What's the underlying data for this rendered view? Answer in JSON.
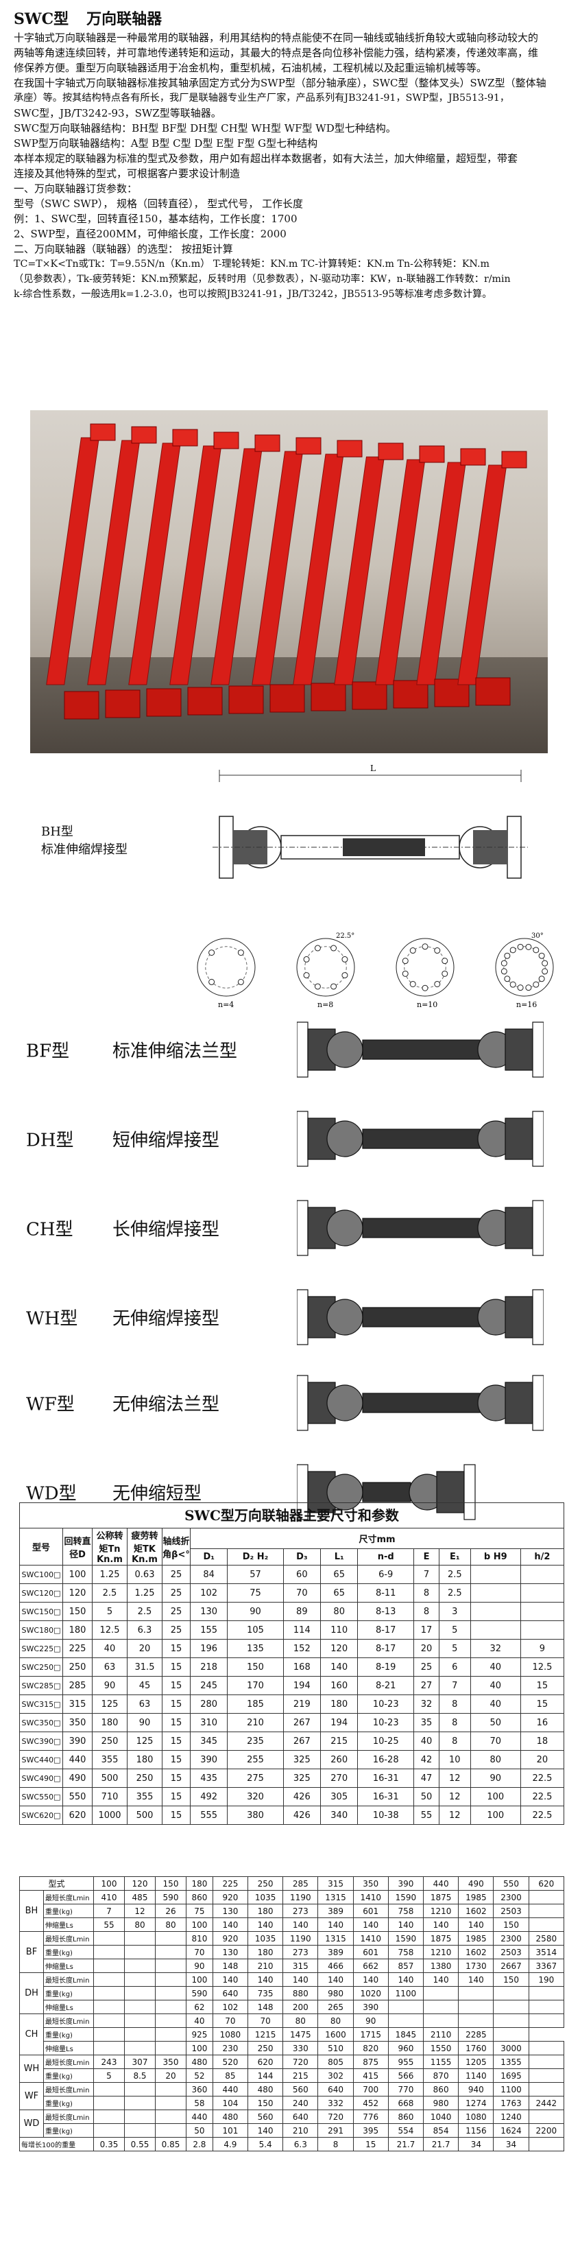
{
  "header": {
    "model": "SWC型",
    "name": "万向联轴器"
  },
  "intro_lines": [
    "十字轴式万向联轴器是一种最常用的联轴器，利用其结构的特点能使不在同一轴线或轴线折角较大或轴向移动较大的",
    "两轴等角速连续回转，并可靠地传递转矩和运动，其最大的特点是各向位移补偿能力强，结构紧凑，传递效率高，维",
    "修保养方便。重型万向联轴器适用于冶金机构，重型机械，石油机械，工程机械以及起重运输机械等等。",
    "在我国十字轴式万向联轴器标准按其轴承固定方式分为SWP型（部分轴承座），SWC型（整体叉头）SWZ型（整体轴",
    "承座）等。按其结构特点各有所长，我厂是联轴器专业生产厂家，产品系列有JB3241-91，SWP型，JB5513-91，",
    "SWC型，JB/T3242-93，SWZ型等联轴器。",
    "SWC型万向联轴器结构：BH型 BF型 DH型  CH型 WH型 WF型 WD型七种结构。",
    "SWP型万向联轴器结构：A型 B型 C型 D型 E型 F型 G型七种结构",
    "本样本规定的联轴器为标准的型式及参数，用户如有超出样本数据者，如有大法兰，加大伸缩量，超短型，带套",
    "连接及其他特殊的型式，可根据客户要求设计制造",
    "一、万向联轴器订货参数：",
    "型号（SWC  SWP），  规格（回转直径），  型式代号，  工作长度",
    "例：1、SWC型，回转直径150，基本结构，工作长度：1700",
    "     2、SWP型，直径200MM，可伸缩长度，工作长度：2000",
    "二、万向联轴器（联轴器）的选型：  按扭矩计算",
    "TC=T×K<Tn或Tk：T=9.55N/n（Kn.m）     T-理轮转矩：KN.m       TC-计算转矩：KN.m    Tn-公称转矩：KN.m",
    "（见参数表），Tk-疲劳转矩：KN.m预繁起，反转时用（见参数表），N-驱动功率：KW，n-联轴器工作转数：r/min",
    "k-综合性系数，一般选用k=1.2-3.0，也可以按照JB3241-91，JB/T3242，JB5513-95等标准考虑多数计算。"
  ],
  "bh": {
    "code": "BH型",
    "desc": "标准伸缩焊接型",
    "dim_label": "L",
    "angles": [
      "22.5°",
      "30°"
    ],
    "flange_labels": [
      "n=4",
      "n=8",
      "n=10",
      "n=16"
    ]
  },
  "types": [
    {
      "code": "BF型",
      "name": "标准伸缩法兰型"
    },
    {
      "code": "DH型",
      "name": "短伸缩焊接型"
    },
    {
      "code": "CH型",
      "name": "长伸缩焊接型"
    },
    {
      "code": "WH型",
      "name": "无伸缩焊接型"
    },
    {
      "code": "WF型",
      "name": "无伸缩法兰型"
    },
    {
      "code": "WD型",
      "name": "无伸缩短型"
    }
  ],
  "table1": {
    "caption": "SWC型万向联轴器主要尺寸和参数",
    "h": {
      "model": "型号",
      "d": "回转直径D",
      "tn": "公称转矩Tn Kn.m",
      "tk": "疲劳转矩TK Kn.m",
      "beta": "轴线折角β<°",
      "dims": "尺寸mm",
      "d1": "D₁",
      "d2": "D₂ H₂",
      "d3": "D₃",
      "l1": "L₁",
      "nd": "n-d",
      "e": "E",
      "e1": "E₁",
      "b": "b H9",
      "h": "h/2"
    },
    "rows": [
      [
        "SWC100□",
        "100",
        "1.25",
        "0.63",
        "25",
        "84",
        "57",
        "60",
        "65",
        "6-9",
        "7",
        "2.5",
        "",
        ""
      ],
      [
        "SWC120□",
        "120",
        "2.5",
        "1.25",
        "25",
        "102",
        "75",
        "70",
        "65",
        "8-11",
        "8",
        "2.5",
        "",
        ""
      ],
      [
        "SWC150□",
        "150",
        "5",
        "2.5",
        "25",
        "130",
        "90",
        "89",
        "80",
        "8-13",
        "8",
        "3",
        "",
        ""
      ],
      [
        "SWC180□",
        "180",
        "12.5",
        "6.3",
        "25",
        "155",
        "105",
        "114",
        "110",
        "8-17",
        "17",
        "5",
        "",
        ""
      ],
      [
        "SWC225□",
        "225",
        "40",
        "20",
        "15",
        "196",
        "135",
        "152",
        "120",
        "8-17",
        "20",
        "5",
        "32",
        "9"
      ],
      [
        "SWC250□",
        "250",
        "63",
        "31.5",
        "15",
        "218",
        "150",
        "168",
        "140",
        "8-19",
        "25",
        "6",
        "40",
        "12.5"
      ],
      [
        "SWC285□",
        "285",
        "90",
        "45",
        "15",
        "245",
        "170",
        "194",
        "160",
        "8-21",
        "27",
        "7",
        "40",
        "15"
      ],
      [
        "SWC315□",
        "315",
        "125",
        "63",
        "15",
        "280",
        "185",
        "219",
        "180",
        "10-23",
        "32",
        "8",
        "40",
        "15"
      ],
      [
        "SWC350□",
        "350",
        "180",
        "90",
        "15",
        "310",
        "210",
        "267",
        "194",
        "10-23",
        "35",
        "8",
        "50",
        "16"
      ],
      [
        "SWC390□",
        "390",
        "250",
        "125",
        "15",
        "345",
        "235",
        "267",
        "215",
        "10-25",
        "40",
        "8",
        "70",
        "18"
      ],
      [
        "SWC440□",
        "440",
        "355",
        "180",
        "15",
        "390",
        "255",
        "325",
        "260",
        "16-28",
        "42",
        "10",
        "80",
        "20"
      ],
      [
        "SWC490□",
        "490",
        "500",
        "250",
        "15",
        "435",
        "275",
        "325",
        "270",
        "16-31",
        "47",
        "12",
        "90",
        "22.5"
      ],
      [
        "SWC550□",
        "550",
        "710",
        "355",
        "15",
        "492",
        "320",
        "426",
        "305",
        "16-31",
        "50",
        "12",
        "100",
        "22.5"
      ],
      [
        "SWC620□",
        "620",
        "1000",
        "500",
        "15",
        "555",
        "380",
        "426",
        "340",
        "10-38",
        "55",
        "12",
        "100",
        "22.5"
      ]
    ]
  },
  "table2": {
    "model_label": "型式",
    "sizes": [
      "100",
      "120",
      "150",
      "180",
      "225",
      "250",
      "285",
      "315",
      "350",
      "390",
      "440",
      "490",
      "550",
      "620"
    ],
    "groups": [
      {
        "code": "BH",
        "rows": [
          {
            "label": "最短长度Lmin",
            "vals": [
              "410",
              "485",
              "590",
              "860",
              "920",
              "1035",
              "1190",
              "1315",
              "1410",
              "1590",
              "1875",
              "1985",
              "2300",
              ""
            ]
          },
          {
            "label": "重量(kg)",
            "vals": [
              "7",
              "12",
              "26",
              "75",
              "130",
              "180",
              "273",
              "389",
              "601",
              "758",
              "1210",
              "1602",
              "2503",
              ""
            ]
          },
          {
            "label": "伸缩量Ls",
            "vals": [
              "55",
              "80",
              "80",
              "100",
              "140",
              "140",
              "140",
              "140",
              "140",
              "140",
              "140",
              "140",
              "150",
              ""
            ]
          }
        ]
      },
      {
        "code": "BF",
        "rows": [
          {
            "label": "最短长度Lmin",
            "vals": [
              "",
              "",
              "",
              "810",
              "920",
              "1035",
              "1190",
              "1315",
              "1410",
              "1590",
              "1875",
              "1985",
              "2300",
              "2580"
            ]
          },
          {
            "label": "重量(kg)",
            "vals": [
              "",
              "",
              "",
              "70",
              "130",
              "180",
              "273",
              "389",
              "601",
              "758",
              "1210",
              "1602",
              "2503",
              "3514"
            ]
          },
          {
            "label": "伸缩量Ls",
            "vals": [
              "",
              "",
              "",
              "90",
              "148",
              "210",
              "315",
              "466",
              "662",
              "857",
              "1380",
              "1730",
              "2667",
              "3367"
            ]
          }
        ]
      },
      {
        "code": "DH",
        "rows": [
          {
            "label": "最短长度Lmin",
            "vals": [
              "",
              "",
              "",
              "100",
              "140",
              "140",
              "140",
              "140",
              "140",
              "140",
              "140",
              "140",
              "150",
              "190"
            ]
          },
          {
            "label": "重量(kg)",
            "vals": [
              "",
              "",
              "",
              "590",
              "640",
              "735",
              "880",
              "980",
              "1020",
              "1100",
              "",
              "",
              "",
              ""
            ]
          },
          {
            "label": "伸缩量Ls",
            "vals": [
              "",
              "",
              "",
              "62",
              "102",
              "148",
              "200",
              "265",
              "390",
              "",
              "",
              "",
              "",
              ""
            ]
          }
        ]
      },
      {
        "code": "CH",
        "rows": [
          {
            "label": "最短长度Lmin",
            "vals": [
              "",
              "",
              "",
              "40",
              "70",
              "70",
              "80",
              "80",
              "90",
              "",
              "",
              "",
              "",
              ""
            ]
          },
          {
            "label": "重量(kg)",
            "vals": [
              "",
              "",
              "",
              "925",
              "1080",
              "1215",
              "1475",
              "1600",
              "1715",
              "1845",
              "2110",
              "2285",
              ""
            ]
          },
          {
            "label": "伸缩量Ls",
            "vals": [
              "",
              "",
              "",
              "100",
              "230",
              "250",
              "330",
              "510",
              "820",
              "960",
              "1550",
              "1760",
              "3000",
              ""
            ]
          }
        ]
      },
      {
        "code": "WH",
        "rows": [
          {
            "label": "最短长度Lmin",
            "vals": [
              "243",
              "307",
              "350",
              "480",
              "520",
              "620",
              "720",
              "805",
              "875",
              "955",
              "1155",
              "1205",
              "1355",
              ""
            ]
          },
          {
            "label": "重量(kg)",
            "vals": [
              "5",
              "8.5",
              "20",
              "52",
              "85",
              "144",
              "215",
              "302",
              "415",
              "566",
              "870",
              "1140",
              "1695",
              ""
            ]
          }
        ]
      },
      {
        "code": "WF",
        "rows": [
          {
            "label": "最短长度Lmin",
            "vals": [
              "",
              "",
              "",
              "360",
              "440",
              "480",
              "560",
              "640",
              "700",
              "770",
              "860",
              "940",
              "1100",
              ""
            ]
          },
          {
            "label": "重量(kg)",
            "vals": [
              "",
              "",
              "",
              "58",
              "104",
              "150",
              "240",
              "332",
              "452",
              "668",
              "980",
              "1274",
              "1763",
              "2442"
            ]
          }
        ]
      },
      {
        "code": "WD",
        "rows": [
          {
            "label": "最短长度Lmin",
            "vals": [
              "",
              "",
              "",
              "440",
              "480",
              "560",
              "640",
              "720",
              "776",
              "860",
              "1040",
              "1080",
              "1240",
              ""
            ]
          },
          {
            "label": "重量(kg)",
            "vals": [
              "",
              "",
              "",
              "50",
              "101",
              "140",
              "210",
              "291",
              "395",
              "554",
              "854",
              "1156",
              "1624",
              "2200"
            ]
          }
        ]
      }
    ],
    "last": {
      "label": "每增长100的重量",
      "vals": [
        "0.35",
        "0.55",
        "0.85",
        "2.8",
        "4.9",
        "5.4",
        "6.3",
        "8",
        "15",
        "21.7",
        "21.7",
        "34",
        "34",
        ""
      ]
    }
  }
}
